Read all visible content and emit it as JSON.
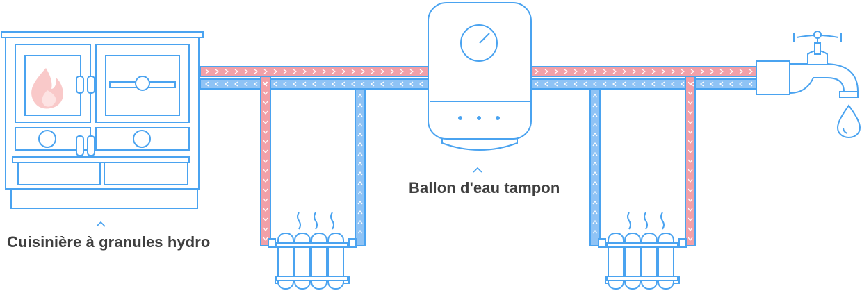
{
  "labels": {
    "stove": "Cuisinière à granules hydro",
    "tank": "Ballon d'eau tampon"
  },
  "colors": {
    "outline": "#4aa3f0",
    "hot_pipe": "#f2a0a8",
    "cold_pipe": "#8fc3f5",
    "flame": "#f9c9c9",
    "text": "#3f3f3f",
    "chevron": "#ffffff"
  },
  "icons": [
    "stove-icon",
    "flame-icon",
    "water-tank-icon",
    "gauge-icon",
    "radiator-icon",
    "heat-wave-icon",
    "faucet-icon",
    "water-drop-icon",
    "caret-up-icon",
    "chevron-right-icon",
    "chevron-left-icon",
    "chevron-up-icon",
    "chevron-down-icon"
  ],
  "flows": {
    "top_pipe": "hot",
    "bottom_pipe": "cold"
  }
}
